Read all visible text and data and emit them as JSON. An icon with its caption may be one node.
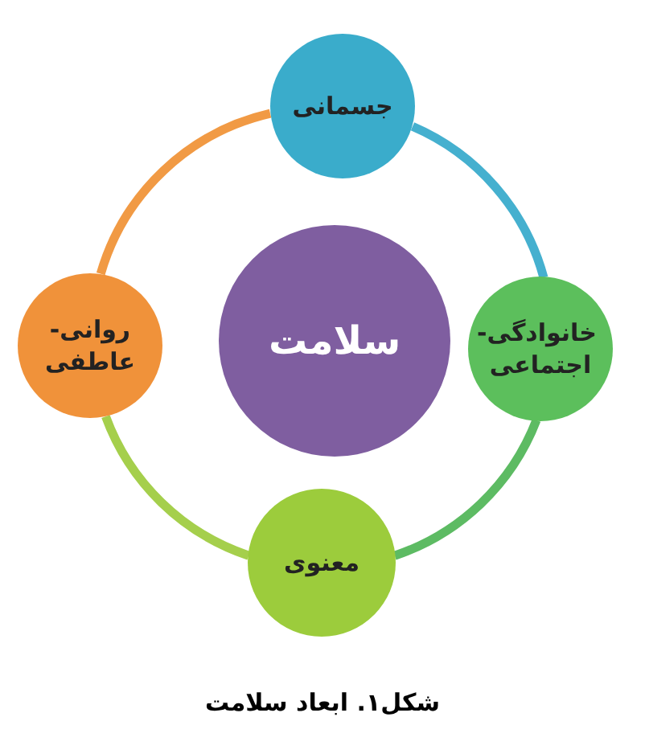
{
  "diagram": {
    "caption": "شکل۱. ابعاد سلامت",
    "nodes": [
      {
        "text": [
          "سلامت"
        ]
      },
      {
        "text": [
          "جسمانی"
        ]
      },
      {
        "text": [
          "خانوادگی- اجتماعی"
        ]
      },
      {
        "text": [
          "معنوی"
        ]
      },
      {
        "text": [
          "روانی- عاطفی"
        ]
      }
    ],
    "edges": [
      {
        "from": 1,
        "to": 2,
        "arrow": "none",
        "color": "#45b0cf"
      },
      {
        "from": 2,
        "to": 3,
        "arrow": "none",
        "color": "#5dbb63"
      },
      {
        "from": 3,
        "to": 4,
        "arrow": "none",
        "color": "#a5cf4c"
      },
      {
        "from": 4,
        "to": 1,
        "arrow": "none",
        "color": "#f19a44"
      }
    ]
  }
}
